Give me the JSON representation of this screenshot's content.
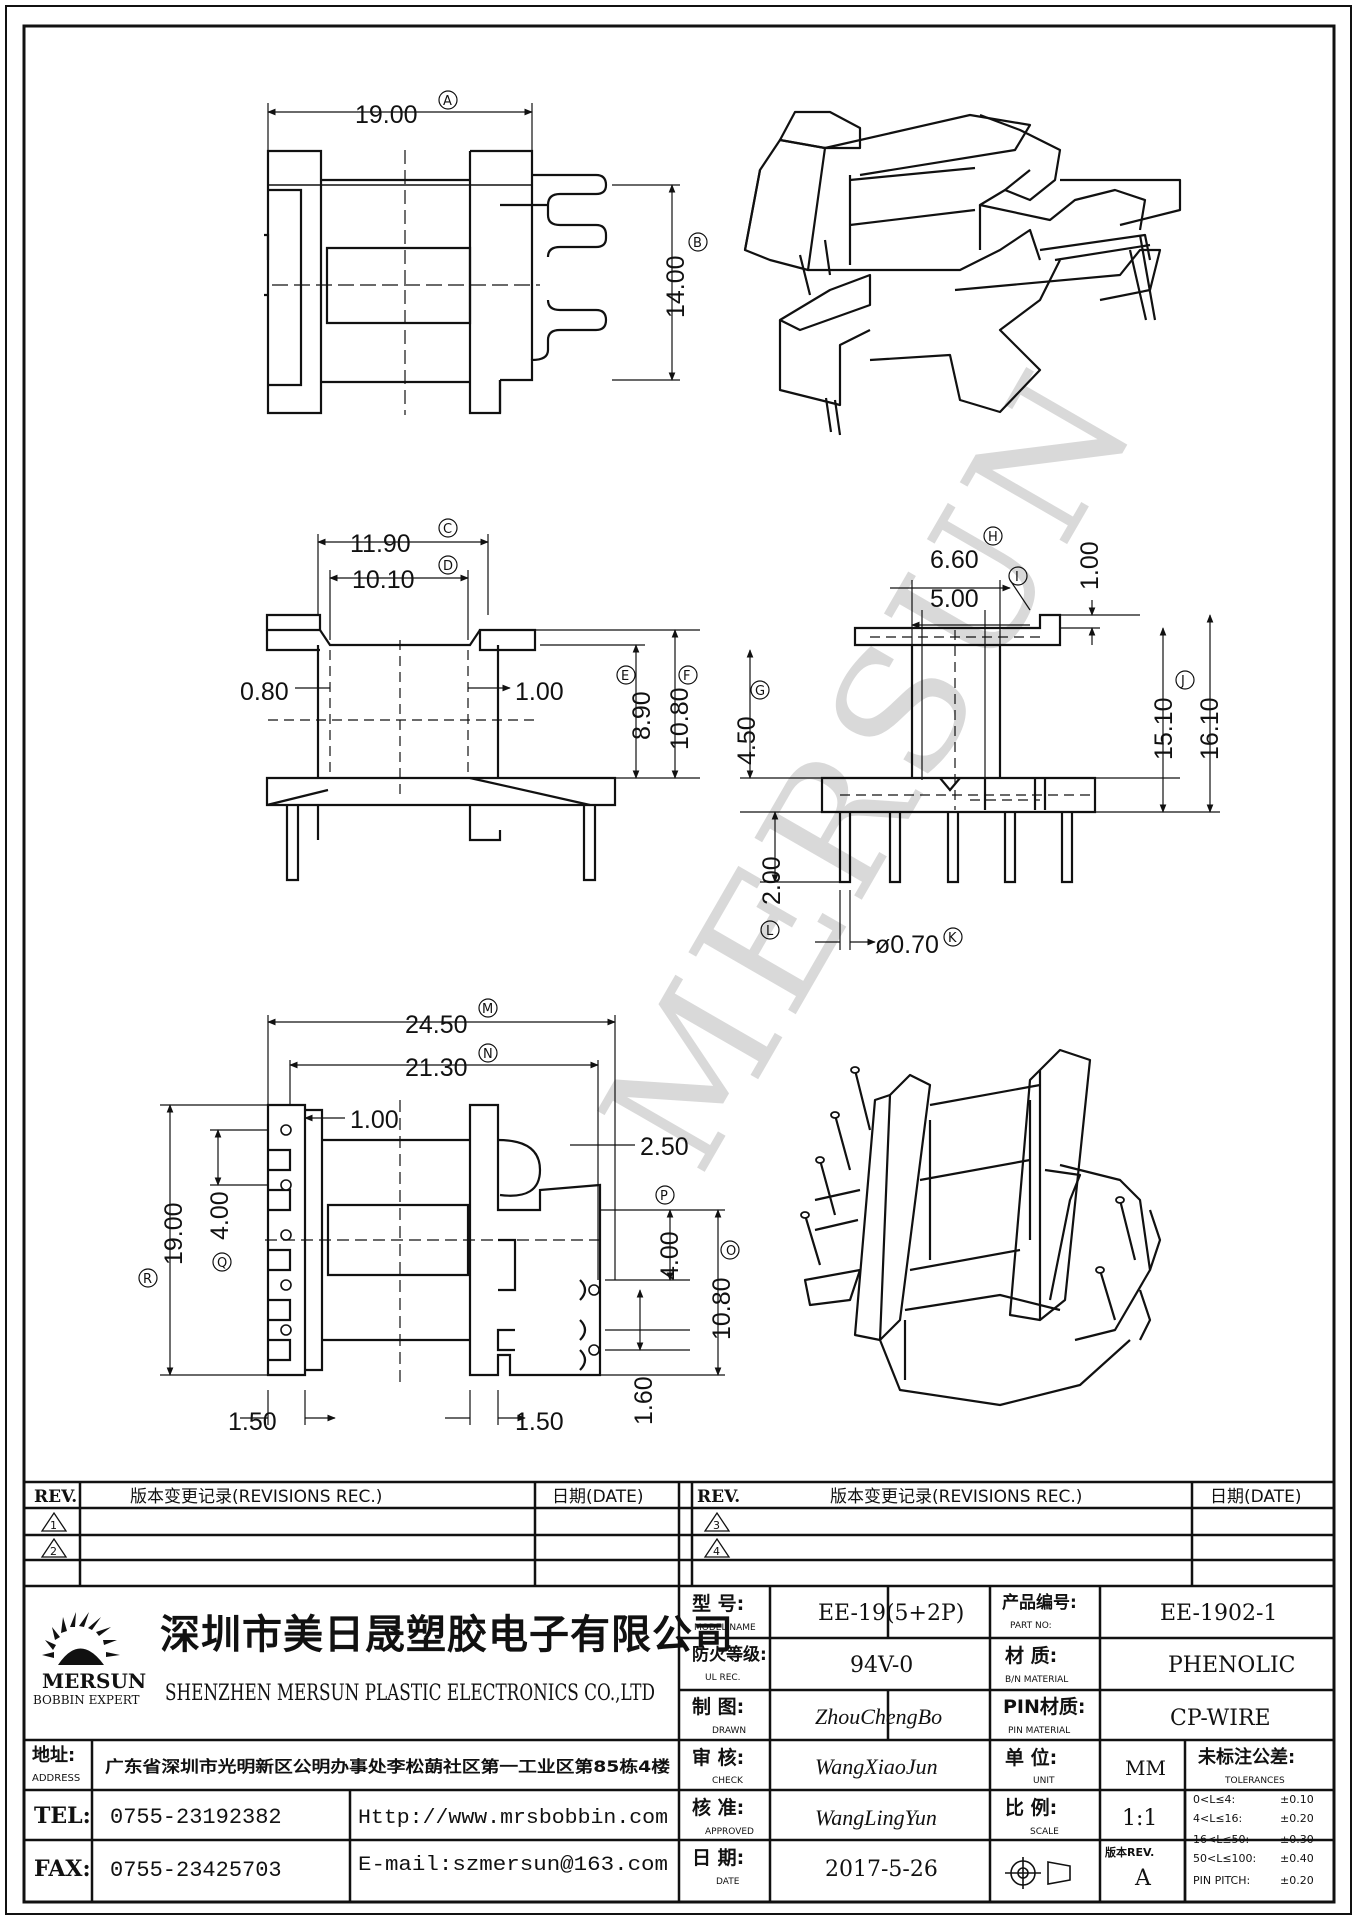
{
  "watermark": "MERSUN",
  "dimensions": {
    "A": {
      "bubble": "A",
      "value": "19.00"
    },
    "B": {
      "bubble": "B",
      "value": "14.00"
    },
    "C": {
      "bubble": "C",
      "value": "11.90"
    },
    "D": {
      "bubble": "D",
      "value": "10.10"
    },
    "E": {
      "bubble": "E",
      "value": "8.90"
    },
    "F": {
      "bubble": "F",
      "value": "10.80"
    },
    "G": {
      "bubble": "G",
      "value": "4.50"
    },
    "H": {
      "bubble": "H",
      "value": "6.60"
    },
    "I": {
      "bubble": "I",
      "value": "5.00"
    },
    "J": {
      "bubble": "J",
      "value": "15.10"
    },
    "K": {
      "bubble": "K",
      "value": "ø0.70"
    },
    "L": {
      "bubble": "L",
      "value": "2.00"
    },
    "M": {
      "bubble": "M",
      "value": "24.50"
    },
    "N": {
      "bubble": "N",
      "value": "21.30"
    },
    "O": {
      "bubble": "O",
      "value": "10.80"
    },
    "P": {
      "bubble": "P",
      "value": "4.00"
    },
    "Q": {
      "bubble": "Q",
      "value": "4.00"
    },
    "R": {
      "bubble": "R",
      "value": "19.00"
    },
    "wall_left": "0.80",
    "wall_right": "1.00",
    "top_1": "1.00",
    "total_height": "16.10",
    "bottom_flange": "1.00",
    "tip": "2.50",
    "pin_gap": "1.60",
    "foot_left": "1.50",
    "foot_right": "1.50"
  },
  "title_block": {
    "rev_label": "REV.",
    "rev_header": "版本变更记录(REVISIONS REC.)",
    "date_header": "日期(DATE)",
    "rev_marks": [
      "1",
      "2",
      "3",
      "4"
    ],
    "company_cn": "深圳市美日晟塑胶电子有限公司",
    "company_en": "SHENZHEN MERSUN PLASTIC ELECTRONICS CO.,LTD",
    "logo_name": "MERSUN",
    "logo_tagline": "BOBBIN EXPERT",
    "address_label_cn": "地址:",
    "address_label_en": "ADDRESS",
    "address": "广东省深圳市光明新区公明办事处李松蓢社区第一工业区第85栋4楼",
    "tel_label": "TEL:",
    "tel": "0755-23192382",
    "fax_label": "FAX:",
    "fax": "0755-23425703",
    "http": "Http://www.mrsbobbin.com",
    "email": "E-mail:szmersun@163.com",
    "model_label_cn": "型 号:",
    "model_label_en": "MODEL NAME",
    "model": "EE-19(5+2P)",
    "part_label_cn": "产品编号:",
    "part_label_en": "PART NO:",
    "part_no": "EE-1902-1",
    "ul_label_cn": "防火等级:",
    "ul_label_en": "UL REC.",
    "ul": "94V-0",
    "material_label_cn": "材 质:",
    "material_label_en": "B/N MATERIAL",
    "material": "PHENOLIC",
    "drawn_label_cn": "制 图:",
    "drawn_label_en": "DRAWN",
    "drawn": "ZhouChengBo",
    "pin_label_cn": "PIN材质:",
    "pin_label_en": "PIN MATERIAL",
    "pin_material": "CP-WIRE",
    "check_label_cn": "审 核:",
    "check_label_en": "CHECK",
    "check": "WangXiaoJun",
    "unit_label_cn": "单 位:",
    "unit_label_en": "UNIT",
    "unit": "MM",
    "tol_label_cn": "未标注公差:",
    "tol_label_en": "TOLERANCES",
    "approved_label_cn": "核 准:",
    "approved_label_en": "APPROVED",
    "approved": "WangLingYun",
    "scale_label_cn": "比 例:",
    "scale_label_en": "SCALE",
    "scale": "1:1",
    "date_label_cn": "日 期:",
    "date_label_en": "DATE",
    "date": "2017-5-26",
    "version_label": "版本REV.",
    "version": "A",
    "tolerances": [
      {
        "range": "0<L≤4:",
        "value": "±0.10"
      },
      {
        "range": "4<L≤16:",
        "value": "±0.20"
      },
      {
        "range": "16<L≤50:",
        "value": "±0.30"
      },
      {
        "range": "50<L≤100:",
        "value": "±0.40"
      },
      {
        "range": "PIN PITCH:",
        "value": "±0.20"
      }
    ]
  }
}
